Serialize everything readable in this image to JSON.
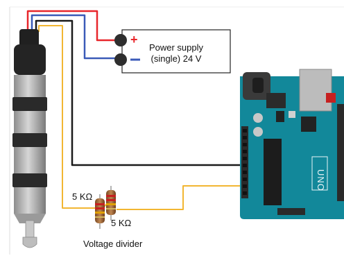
{
  "diagram": {
    "power_supply": {
      "line1": "Power supply",
      "line2": "(single) 24 V",
      "plus_symbol": "+",
      "minus_symbol": "−"
    },
    "resistor_top": {
      "value": "5 KΩ"
    },
    "resistor_bottom": {
      "value": "5 KΩ"
    },
    "divider_caption": "Voltage divider",
    "board": {
      "silkscreen": "UNO"
    },
    "wire_colors": {
      "red": "#e8262b",
      "blue": "#3a5ab8",
      "black": "#1a1a1a",
      "yellow": "#f2b632"
    },
    "board_color": "#12889a",
    "icons": [
      "pressure-sensor-icon",
      "resistor-icon",
      "microcontroller-board-icon",
      "terminal-icon"
    ]
  }
}
